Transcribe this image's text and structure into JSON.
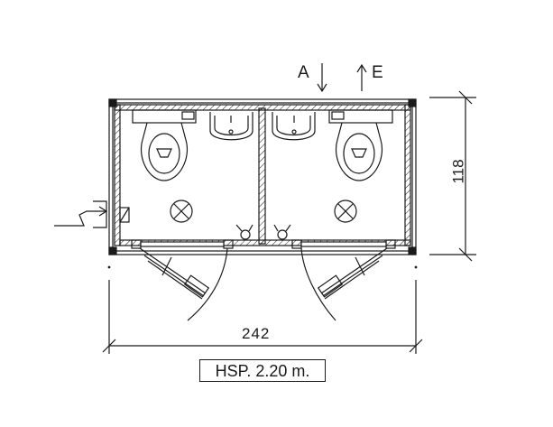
{
  "drawing": {
    "type": "floor-plan",
    "subject": "Double toilet cabin module",
    "labels": {
      "entry_A": "A",
      "exit_E": "E",
      "width_dim": "242",
      "height_dim": "118",
      "ceiling_height": "HSP. 2.20 m."
    },
    "rooms": [
      {
        "name": "left-toilet",
        "fixtures": [
          "toilet",
          "washbasin",
          "ceiling-light",
          "toilet-paper-holder",
          "outward-door"
        ]
      },
      {
        "name": "right-toilet",
        "fixtures": [
          "toilet",
          "washbasin",
          "ceiling-light",
          "toilet-paper-holder",
          "outward-door"
        ]
      }
    ],
    "electrical": {
      "symbol": "power-feed",
      "target": "distribution-box"
    },
    "colors": {
      "line": "#1a1a1a",
      "background": "#ffffff"
    }
  }
}
